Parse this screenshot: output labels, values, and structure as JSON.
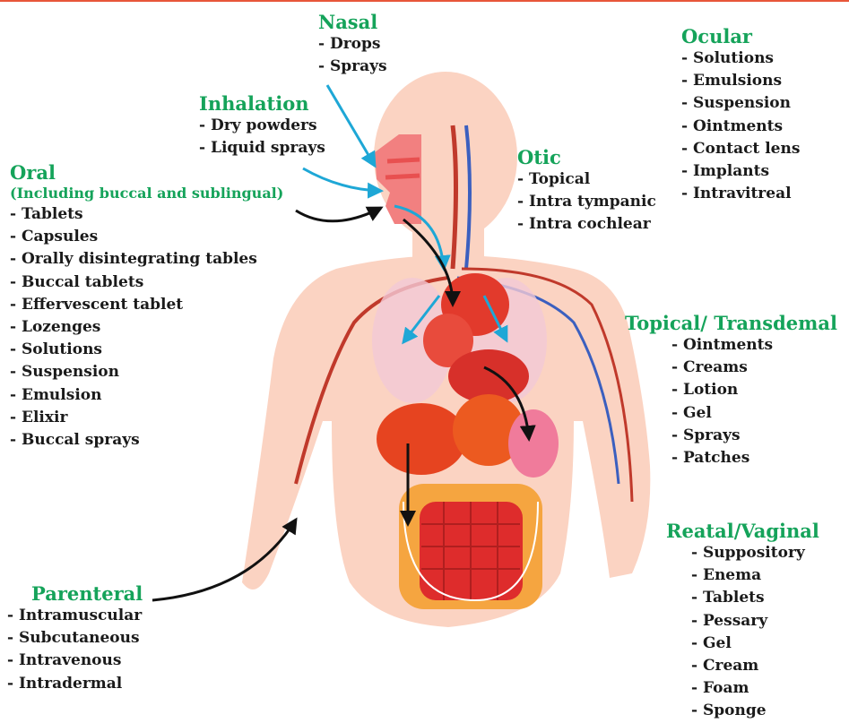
{
  "routes": {
    "nasal": {
      "title": "Nasal",
      "items": [
        "Drops",
        "Sprays"
      ]
    },
    "inhalation": {
      "title": "Inhalation",
      "items": [
        "Dry powders",
        "Liquid sprays"
      ]
    },
    "oral": {
      "title": "Oral",
      "subtitle": "(Including buccal and sublingual)",
      "items": [
        "Tablets",
        "Capsules",
        "Orally disintegrating tables",
        "Buccal tablets",
        "Effervescent tablet",
        "Lozenges",
        "Solutions",
        "Suspension",
        "Emulsion",
        "Elixir",
        "Buccal sprays"
      ]
    },
    "otic": {
      "title": "Otic",
      "items": [
        "Topical",
        "Intra tympanic",
        "Intra cochlear"
      ]
    },
    "ocular": {
      "title": "Ocular",
      "items": [
        "Solutions",
        "Emulsions",
        "Suspension",
        "Ointments",
        "Contact lens",
        "Implants",
        "Intravitreal"
      ]
    },
    "topical": {
      "title": "Topical/ Transdemal",
      "items": [
        "Ointments",
        "Creams",
        "Lotion",
        "Gel",
        "Sprays",
        "Patches"
      ]
    },
    "rectal": {
      "title": "Reatal/Vaginal",
      "items": [
        "Suppository",
        "Enema",
        "Tablets",
        "Pessary",
        "Gel",
        "Cream",
        "Foam",
        "Sponge"
      ]
    },
    "parenteral": {
      "title": "Parenteral",
      "items": [
        "Intramuscular",
        "Subcutaneous",
        "Intravenous",
        "Intradermal"
      ]
    }
  },
  "colors": {
    "heading": "#15a35a",
    "text": "#1a1a1a",
    "arrow_blue": "#1ea7d6",
    "arrow_black": "#111111",
    "skin": "#fbd3c2",
    "organ": "#e23a2c",
    "intestine": "#f5a540"
  }
}
